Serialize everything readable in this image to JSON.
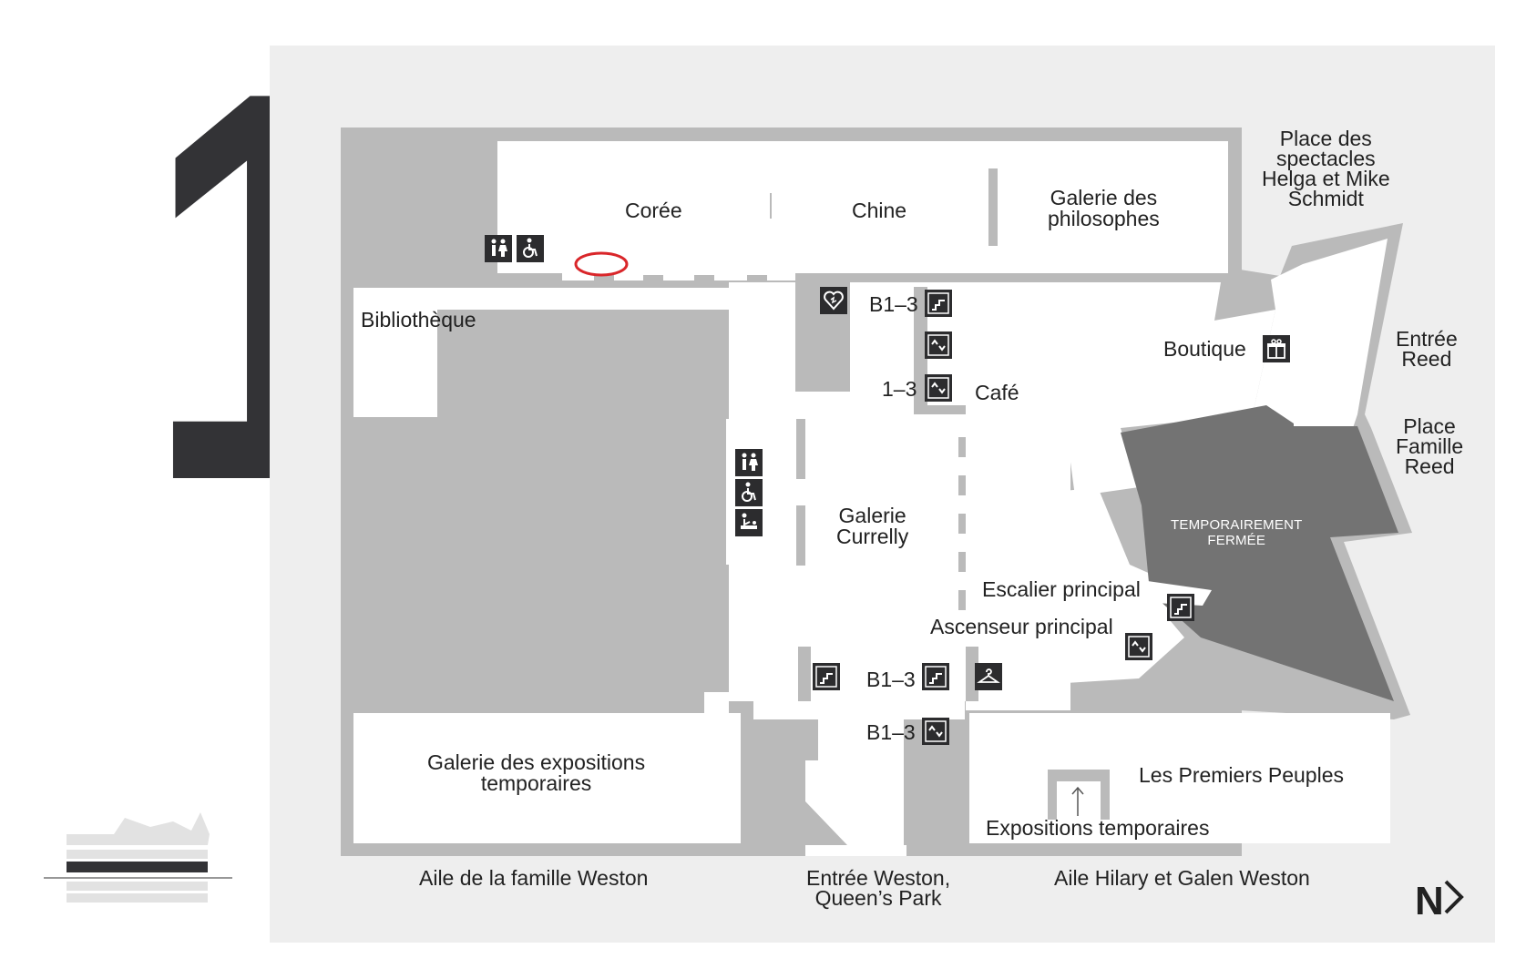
{
  "floor": {
    "number": "1"
  },
  "rooms": {
    "coree": "Corée",
    "chine": "Chine",
    "galerie_philosophes": [
      "Galerie des",
      "philosophes"
    ],
    "bibliotheque": "Bibliothèque",
    "galerie_currelly": [
      "Galerie",
      "Currelly"
    ],
    "boutique": "Boutique",
    "cafe": "Café",
    "temporairement_fermee": [
      "TEMPORAIREMENT",
      "FERMÉE"
    ],
    "escalier_principal": "Escalier principal",
    "ascenseur_principal": "Ascenseur principal",
    "galerie_expositions": [
      "Galerie des expositions",
      "temporaires"
    ],
    "premiers_peuples": "Les Premiers Peuples",
    "expositions_temporaires": "Expositions temporaires"
  },
  "levels": {
    "stairs_top": "B1–3",
    "elevator_mid": "1–3",
    "stairs_bottom": "B1–3",
    "elevator_bottom": "B1–3"
  },
  "outside": {
    "place_spectacles": [
      "Place des",
      "spectacles",
      "Helga et Mike",
      "Schmidt"
    ],
    "entree_reed": [
      "Entrée",
      "Reed"
    ],
    "place_famille_reed": [
      "Place",
      "Famille",
      "Reed"
    ],
    "aile_weston": "Aile de la famille Weston",
    "entree_weston": [
      "Entrée Weston,",
      "Queen’s Park"
    ],
    "aile_hilary": "Aile Hilary et Galen Weston"
  },
  "compass": {
    "label": "N"
  },
  "icons": [
    "restroom-icon",
    "accessible-icon",
    "defibrillator-icon",
    "stairs-icon",
    "elevator-icon",
    "baby-change-icon",
    "gift-icon",
    "coat-check-icon",
    "up-arrow-icon"
  ],
  "colors": {
    "panel": "#eeeeee",
    "wall": "#bababa",
    "room": "#ffffff",
    "closed": "#737373",
    "icon_bg": "#2c2c2e",
    "highlight": "#d9262a"
  }
}
